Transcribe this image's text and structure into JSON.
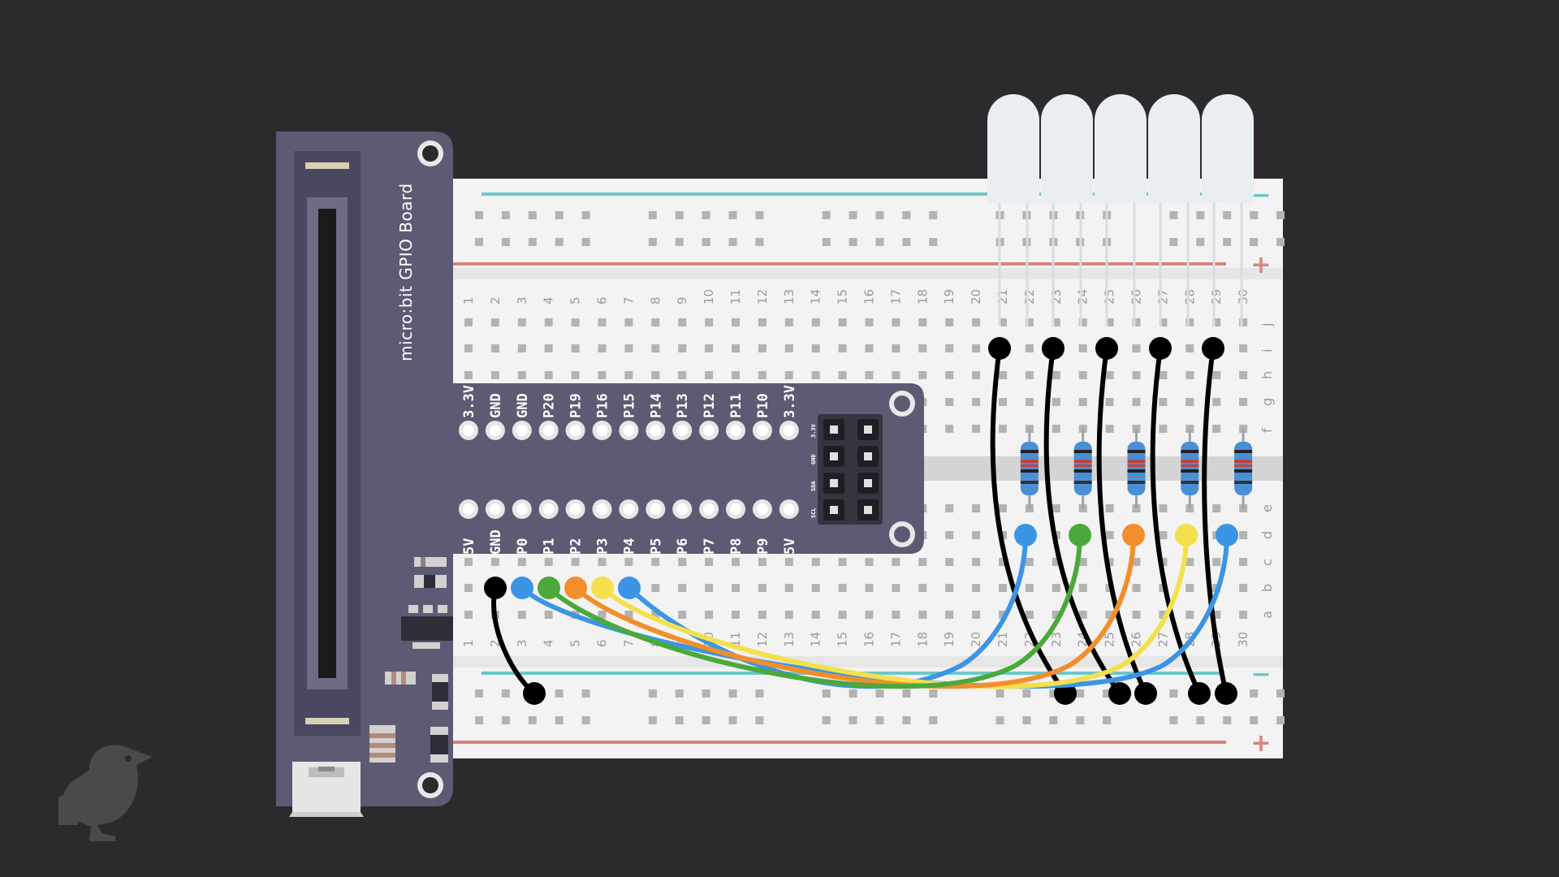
{
  "board": {
    "title": "micro:bit GPIO Board",
    "top_pins": [
      "3.3V",
      "GND",
      "GND",
      "P20",
      "P19",
      "P16",
      "P15",
      "P14",
      "P13",
      "P12",
      "P11",
      "P10",
      "3.3V"
    ],
    "bottom_pins": [
      "5V",
      "GND",
      "P0",
      "P1",
      "P2",
      "P3",
      "P4",
      "P5",
      "P6",
      "P7",
      "P8",
      "P9",
      "5V"
    ],
    "i2c_pins": [
      "3.3V",
      "GND",
      "SDA",
      "SCL"
    ]
  },
  "breadboard": {
    "columns": [
      "1",
      "2",
      "3",
      "4",
      "5",
      "6",
      "7",
      "8",
      "9",
      "10",
      "11",
      "12",
      "13",
      "14",
      "15",
      "16",
      "17",
      "18",
      "19",
      "20",
      "21",
      "22",
      "23",
      "24",
      "25",
      "26",
      "27",
      "28",
      "29",
      "30"
    ],
    "rows_top": [
      "j",
      "i",
      "h",
      "g",
      "f"
    ],
    "rows_bottom": [
      "e",
      "d",
      "c",
      "b",
      "a"
    ],
    "rail_minus": "−",
    "rail_plus": "+"
  },
  "colors": {
    "background": "#2b2b2d",
    "board": "#5d5b73",
    "board_dark": "#4a4860",
    "breadboard": "#f3f3f3",
    "rail_blue": "#6cc7cc",
    "rail_red": "#d9837d",
    "wire_black": "#000000",
    "wire_blue": "#3b95e4",
    "wire_green": "#4aa93a",
    "wire_orange": "#f28e2c",
    "wire_yellow": "#f4e04d",
    "led": "#e9eef0"
  },
  "leds": {
    "count": 5
  },
  "resistors": {
    "count": 5
  },
  "icons": {
    "logo": "bird-logo-icon",
    "usb": "usb-port-icon"
  }
}
